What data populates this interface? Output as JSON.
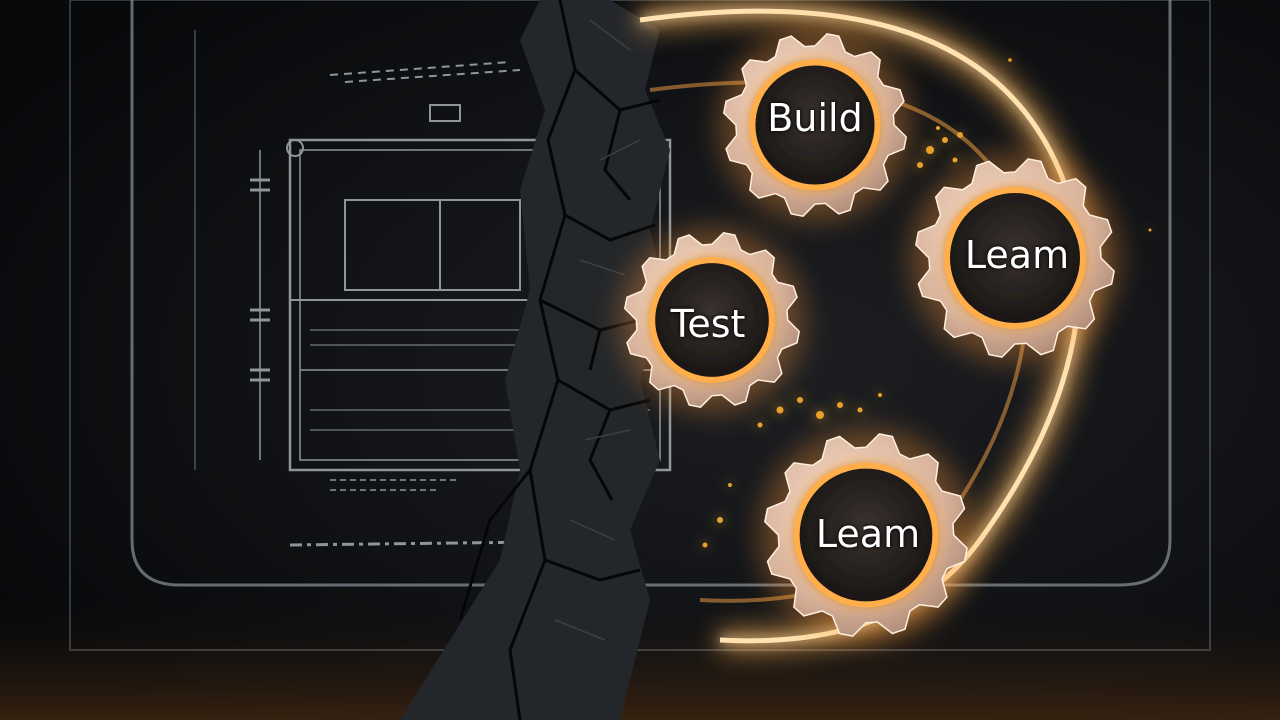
{
  "gears": [
    {
      "id": "build",
      "label": "Build"
    },
    {
      "id": "learn-right",
      "label": "Leam"
    },
    {
      "id": "test",
      "label": "Test"
    },
    {
      "id": "learn-bottom",
      "label": "Leam"
    }
  ],
  "colors": {
    "background": "#0d1014",
    "blueprint_line": "#b9c1c8",
    "gear_face": "#d9b8a0",
    "glow": "#ffae4a",
    "ember": "#e8a12a"
  }
}
